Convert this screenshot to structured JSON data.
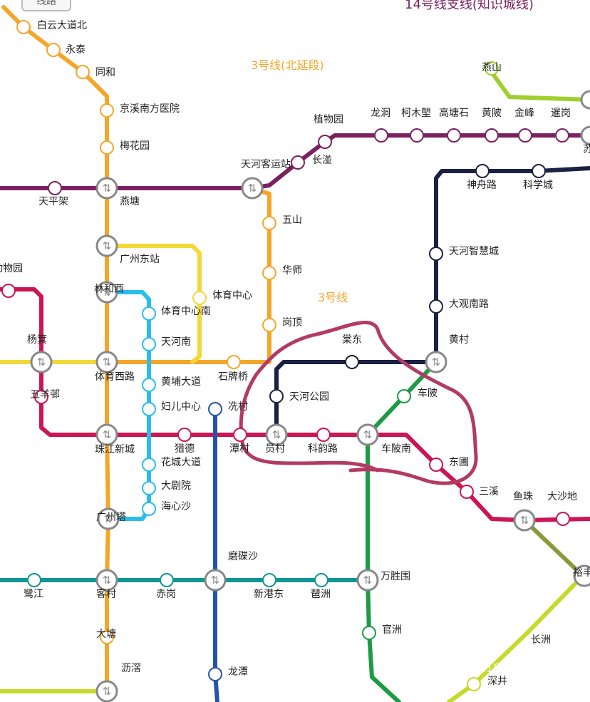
{
  "header": {
    "legend_button": "线路",
    "branch_title": "14号线支线(知识城线)"
  },
  "line_labels": {
    "line3_north": "3号线(北延段)",
    "line3": "3号线"
  },
  "colors": {
    "line3": "#f4a62a",
    "line1_yellow": "#f3d836",
    "line5_red": "#cc1554",
    "line6_purple": "#7b2160",
    "line2_blue": "#2255aa",
    "apm_cyan": "#29bdea",
    "line8_teal": "#0f9690",
    "line21_navy": "#1a2142",
    "line4_green": "#1d9a44",
    "line14_lime": "#9fcf2c",
    "line13_olive": "#8a9a3a",
    "yellow_green": "#c6da2b",
    "annotation": "#b33a65"
  },
  "stations": {
    "baiyun_avenue_north": "白云大道北",
    "yongtai": "永泰",
    "tonghe": "同和",
    "jingxi_nanfang_hospital": "京溪南方医院",
    "meihuayuan": "梅花园",
    "yantang": "燕塘",
    "tianpingjia": "天平架",
    "guangzhou_east": "广州东站",
    "linhexi": "林和西",
    "tiyu_xilu": "体育西路",
    "zhujiang_newtown": "珠江新城",
    "guangzhou_tower": "广州塔",
    "kecun": "客村",
    "datang": "大塘",
    "lijiao": "沥滘",
    "tianhe_coach": "天河客运站",
    "wushan": "五山",
    "huashi": "华师",
    "gangding": "岗顶",
    "shipaiqiao": "石牌桥",
    "tiyu_zhongxin": "体育中心",
    "tiyu_zhongxin_nan": "体育中心南",
    "tianhenan": "天河南",
    "huangpu_avenue": "黄埔大道",
    "funv_zhongxin": "妇儿中心",
    "huacheng_avenue": "花城大道",
    "grand_theatre": "大剧院",
    "haixinsha": "海心沙",
    "zhiwuyuan": "植物园",
    "changban": "长湴",
    "longdong": "龙洞",
    "kemulang": "柯木塱",
    "gaotangshi": "高塘石",
    "huangbei": "黄陂",
    "jinfeng": "金峰",
    "zhigang": "暹岗",
    "yanshan": "燕山",
    "shenzhou_road": "神舟路",
    "science_city": "科学城",
    "tianhe_smart_city": "天河智慧城",
    "daguan_nanlu": "大观南路",
    "huangcun": "黄村",
    "tangdong": "棠东",
    "tianhe_park": "天河公园",
    "chebei": "车陂",
    "chebei_nan": "车陂南",
    "yuancun": "员村",
    "keyun_road": "科韵路",
    "tancun": "潭村",
    "liede": "猎德",
    "xiancun": "冼村",
    "dongpu": "东圃",
    "sanxi": "三溪",
    "yuzhu": "鱼珠",
    "dashadi": "大沙地",
    "yangji": "杨箕",
    "wuyangcun": "五羊邨",
    "zoo": "动物园",
    "lujiang": "鹭江",
    "chigang": "赤岗",
    "mochasha": "磨碟沙",
    "xingangdong": "新港东",
    "pazhou": "琶洲",
    "wanshengwei": "万胜围",
    "guanzhou": "官洲",
    "longtan": "龙潭",
    "shenjing": "深井",
    "changzhou": "长洲",
    "yufeng_cut": "裕丰",
    "edge_cut": "苏"
  },
  "watermark": "小红书号 605119015"
}
